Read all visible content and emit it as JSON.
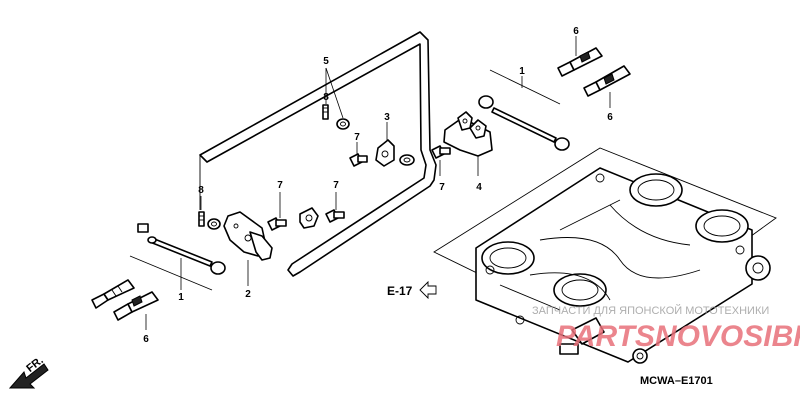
{
  "callouts": {
    "top_5": "5",
    "top_8": "8",
    "top_3": "3",
    "top_7a": "7",
    "top_7b": "7",
    "top_7c": "7",
    "top_7d": "7",
    "left_8": "8",
    "center_4": "4",
    "left_1": "1",
    "left_2": "2",
    "left_6": "6",
    "right_1": "1",
    "right_6a": "6",
    "right_6b": "6"
  },
  "reference": {
    "label": "E-17"
  },
  "diagram_code": "MCWA–E1701",
  "front_marker": "FR.",
  "watermark": {
    "brand": "PARTSNOVOSIBR.RU",
    "tagline": "ЗАПЧАСТИ ДЛЯ ЯПОНСКОЙ МОТОТЕХНИКИ"
  }
}
